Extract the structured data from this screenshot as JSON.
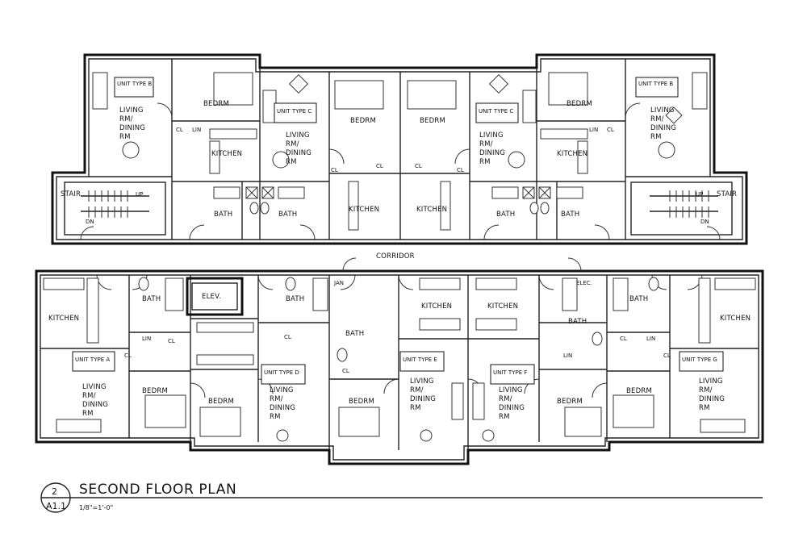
{
  "drawing": {
    "title": "SECOND FLOOR PLAN",
    "scale": "1/8\"=1'-0\"",
    "bubble_number": "2",
    "bubble_sheet": "A1.1"
  },
  "corridor_label": "CORRIDOR",
  "labels": {
    "stair": "STAIR",
    "up": "UP",
    "dn": "DN",
    "bedrm": "BEDRM",
    "bath": "BATH",
    "kitchen": "KITCHEN",
    "living1": "LIVING",
    "living2": "RM/",
    "living3": "DINING",
    "living4": "RM",
    "cl": "CL",
    "lin": "LIN",
    "elev": "ELEV.",
    "elec": "ELEC.",
    "jan": "JAN"
  },
  "units": {
    "a": "UNIT TYPE A",
    "b": "UNIT TYPE B",
    "c": "UNIT TYPE C",
    "d": "UNIT TYPE D",
    "e": "UNIT TYPE E",
    "f": "UNIT TYPE F",
    "g": "UNIT TYPE G"
  }
}
